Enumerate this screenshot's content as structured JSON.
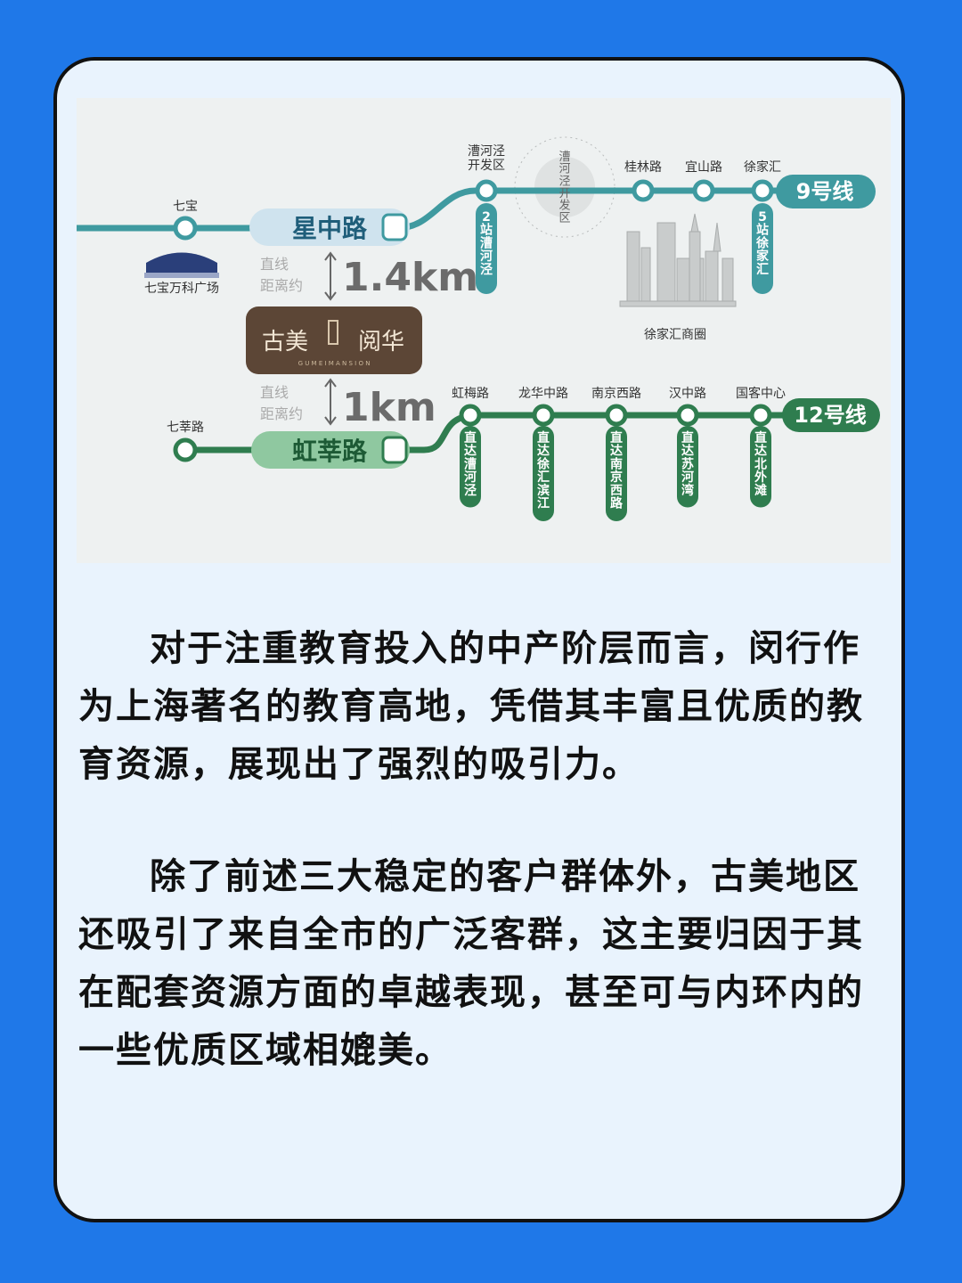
{
  "map": {
    "line9": {
      "badge": "9号线",
      "color": "#3f9aa0",
      "stations_top": [
        "漕河泾\n开发区",
        "桂林路",
        "宜山路",
        "徐家汇"
      ],
      "qibao": "七宝",
      "qibao_landmark": "七宝万科广场",
      "xingzhong": "星中路",
      "distance": "1.4km",
      "distance_label": [
        "直线",
        "距离约"
      ],
      "vertical_notes": [
        "2\n站\n漕\n河\n泾",
        "5\n站\n徐\n家\n汇"
      ],
      "zone_label": "漕\n河\n泾\n开\n发\n区",
      "district_label": "徐家汇商圈"
    },
    "project": {
      "name_left": "古美",
      "name_right": "阅华",
      "name_en": "G U M E I   M A N S I O N"
    },
    "line12": {
      "badge": "12号线",
      "color": "#2f7d4f",
      "qishen": "七莘路",
      "hongxin": "虹莘路",
      "distance": "1km",
      "distance_label": [
        "直线",
        "距离约"
      ],
      "stations": [
        "虹梅路",
        "龙华中路",
        "南京西路",
        "汉中路",
        "国客中心"
      ],
      "direct_notes": [
        "直\n达\n漕\n河\n泾",
        "直\n达\n徐\n汇\n滨\n江",
        "直\n达\n南\n京\n西\n路",
        "直\n达\n苏\n河\n湾",
        "直\n达\n北\n外\n滩"
      ]
    }
  },
  "paragraphs": [
    "对于注重教育投入的中产阶层而言，闵行作为上海著名的教育高地，凭借其丰富且优质的教育资源，展现出了强烈的吸引力。",
    "除了前述三大稳定的客户群体外，古美地区还吸引了来自全市的广泛客群，这主要归因于其在配套资源方面的卓越表现，甚至可与内环内的一些优质区域相媲美。"
  ]
}
